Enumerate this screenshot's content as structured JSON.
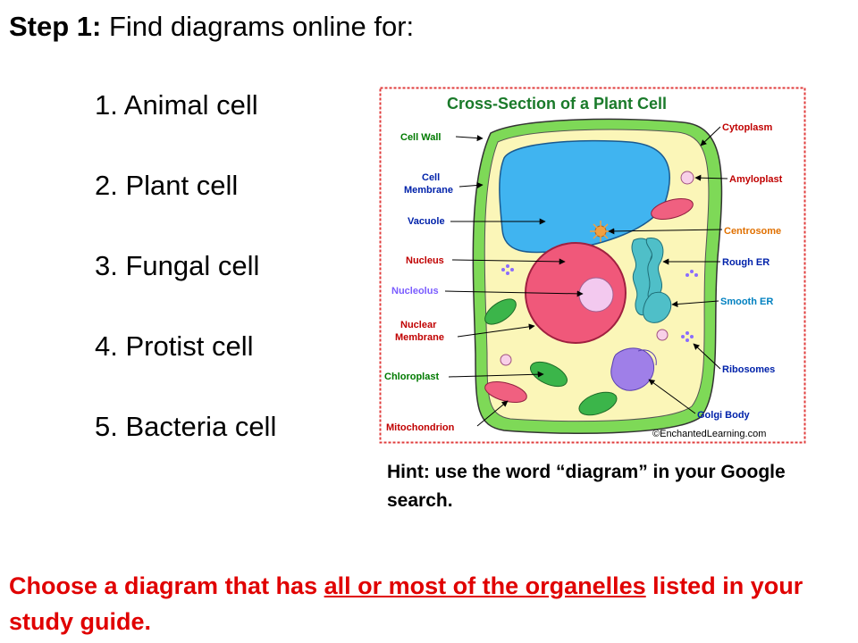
{
  "step": {
    "label": "Step 1:",
    "text": "Find diagrams online for:"
  },
  "cell_list": [
    {
      "number": "1.",
      "name": "Animal cell"
    },
    {
      "number": "2.",
      "name": "Plant cell"
    },
    {
      "number": "3.",
      "name": "Fungal cell"
    },
    {
      "number": "4.",
      "name": "Protist cell"
    },
    {
      "number": "5.",
      "name": "Bacteria cell"
    }
  ],
  "diagram": {
    "title": "Cross-Section of a Plant Cell",
    "labels": {
      "cell_wall": "Cell Wall",
      "cell_membrane_1": "Cell",
      "cell_membrane_2": "Membrane",
      "vacuole": "Vacuole",
      "nucleus": "Nucleus",
      "nucleolus": "Nucleolus",
      "nuclear_membrane_1": "Nuclear",
      "nuclear_membrane_2": "Membrane",
      "chloroplast": "Chloroplast",
      "mitochondrion": "Mitochondrion",
      "cytoplasm": "Cytoplasm",
      "amyloplast": "Amyloplast",
      "centrosome": "Centrosome",
      "rough_er": "Rough ER",
      "smooth_er": "Smooth ER",
      "ribosomes": "Ribosomes",
      "golgi_body": "Golgi Body"
    },
    "copyright": "©EnchantedLearning.com",
    "colors": {
      "border": "#e03c3c",
      "title": "#1a7a2a",
      "cell_wall": "#7ed957",
      "cytoplasm": "#fbf6b8",
      "vacuole": "#40b4f0",
      "nucleus": "#f0587a",
      "nucleolus": "#f3c9ef",
      "chloroplast": "#3bb54a",
      "er": "#4fbfc8",
      "golgi": "#9f7fe8",
      "label_red": "#c00000",
      "label_blue": "#0022aa",
      "label_green": "#007a00",
      "label_orange": "#e07000",
      "label_purple": "#7a5cff"
    }
  },
  "hint": "Hint: use the word “diagram” in your Google search.",
  "instruction": {
    "before": "Choose a diagram that has ",
    "underlined": "all or most of the organelles",
    "after": " listed in your study guide."
  }
}
